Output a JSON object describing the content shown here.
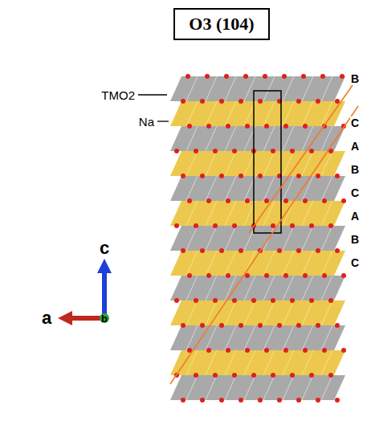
{
  "diagram": {
    "nodes": [
      {
        "text": [
          "O3 (104)"
        ]
      }
    ],
    "labels": [
      "TMO2",
      "Na",
      "B",
      "C",
      "A",
      "B",
      "C",
      "A",
      "B",
      "C",
      "c",
      "a",
      "b"
    ]
  }
}
